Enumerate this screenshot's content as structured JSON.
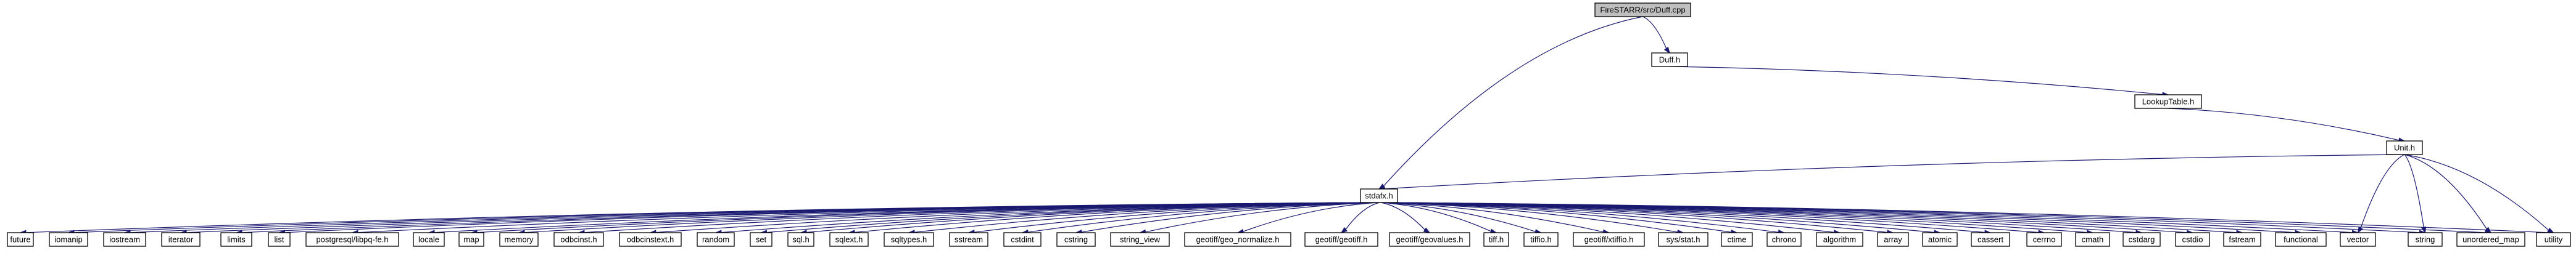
{
  "graph": {
    "root": {
      "id": "root",
      "label": "FireSTARR/src/Duff.cpp"
    },
    "colors": {
      "edge": "#191970",
      "root_fill": "#bfbfbf",
      "node_fill": "#ffffff",
      "border": "#000000"
    },
    "nodes": [
      {
        "id": "duff_h",
        "label": "Duff.h"
      },
      {
        "id": "lookup",
        "label": "LookupTable.h"
      },
      {
        "id": "unit",
        "label": "Unit.h"
      },
      {
        "id": "stdafx",
        "label": "stdafx.h"
      },
      {
        "id": "future",
        "label": "future"
      },
      {
        "id": "iomanip",
        "label": "iomanip"
      },
      {
        "id": "iostream",
        "label": "iostream"
      },
      {
        "id": "iterator",
        "label": "iterator"
      },
      {
        "id": "limits",
        "label": "limits"
      },
      {
        "id": "list",
        "label": "list"
      },
      {
        "id": "libpq",
        "label": "postgresql/libpq-fe.h"
      },
      {
        "id": "locale",
        "label": "locale"
      },
      {
        "id": "map",
        "label": "map"
      },
      {
        "id": "memory",
        "label": "memory"
      },
      {
        "id": "odbcinst",
        "label": "odbcinst.h"
      },
      {
        "id": "odbcinstext",
        "label": "odbcinstext.h"
      },
      {
        "id": "random",
        "label": "random"
      },
      {
        "id": "set",
        "label": "set"
      },
      {
        "id": "sql",
        "label": "sql.h"
      },
      {
        "id": "sqlext",
        "label": "sqlext.h"
      },
      {
        "id": "sqltypes",
        "label": "sqltypes.h"
      },
      {
        "id": "sstream",
        "label": "sstream"
      },
      {
        "id": "cstdint",
        "label": "cstdint"
      },
      {
        "id": "cstring",
        "label": "cstring"
      },
      {
        "id": "string_view",
        "label": "string_view"
      },
      {
        "id": "geo_normalize",
        "label": "geotiff/geo_normalize.h"
      },
      {
        "id": "geotiff",
        "label": "geotiff/geotiff.h"
      },
      {
        "id": "geovalues",
        "label": "geotiff/geovalues.h"
      },
      {
        "id": "tiff",
        "label": "tiff.h"
      },
      {
        "id": "tiffio",
        "label": "tiffio.h"
      },
      {
        "id": "xtiffio",
        "label": "geotiff/xtiffio.h"
      },
      {
        "id": "sysstat",
        "label": "sys/stat.h"
      },
      {
        "id": "ctime",
        "label": "ctime"
      },
      {
        "id": "chrono",
        "label": "chrono"
      },
      {
        "id": "algorithm",
        "label": "algorithm"
      },
      {
        "id": "array",
        "label": "array"
      },
      {
        "id": "atomic",
        "label": "atomic"
      },
      {
        "id": "cassert",
        "label": "cassert"
      },
      {
        "id": "cerrno",
        "label": "cerrno"
      },
      {
        "id": "cmath",
        "label": "cmath"
      },
      {
        "id": "cstdarg",
        "label": "cstdarg"
      },
      {
        "id": "cstdio",
        "label": "cstdio"
      },
      {
        "id": "fstream",
        "label": "fstream"
      },
      {
        "id": "functional",
        "label": "functional"
      },
      {
        "id": "vector",
        "label": "vector"
      },
      {
        "id": "string",
        "label": "string"
      },
      {
        "id": "unordered_map",
        "label": "unordered_map"
      },
      {
        "id": "utility",
        "label": "utility"
      }
    ],
    "edges": [
      {
        "from": "root",
        "to": "duff_h"
      },
      {
        "from": "root",
        "to": "stdafx"
      },
      {
        "from": "duff_h",
        "to": "lookup"
      },
      {
        "from": "lookup",
        "to": "unit"
      },
      {
        "from": "unit",
        "to": "stdafx"
      },
      {
        "from": "unit",
        "to": "vector"
      },
      {
        "from": "unit",
        "to": "string"
      },
      {
        "from": "unit",
        "to": "unordered_map"
      },
      {
        "from": "unit",
        "to": "utility"
      },
      {
        "from": "stdafx",
        "to": "future"
      },
      {
        "from": "stdafx",
        "to": "iomanip"
      },
      {
        "from": "stdafx",
        "to": "iostream"
      },
      {
        "from": "stdafx",
        "to": "iterator"
      },
      {
        "from": "stdafx",
        "to": "limits"
      },
      {
        "from": "stdafx",
        "to": "list"
      },
      {
        "from": "stdafx",
        "to": "libpq"
      },
      {
        "from": "stdafx",
        "to": "locale"
      },
      {
        "from": "stdafx",
        "to": "map"
      },
      {
        "from": "stdafx",
        "to": "memory"
      },
      {
        "from": "stdafx",
        "to": "odbcinst"
      },
      {
        "from": "stdafx",
        "to": "odbcinstext"
      },
      {
        "from": "stdafx",
        "to": "random"
      },
      {
        "from": "stdafx",
        "to": "set"
      },
      {
        "from": "stdafx",
        "to": "sql"
      },
      {
        "from": "stdafx",
        "to": "sqlext"
      },
      {
        "from": "stdafx",
        "to": "sqltypes"
      },
      {
        "from": "stdafx",
        "to": "sstream"
      },
      {
        "from": "stdafx",
        "to": "cstdint"
      },
      {
        "from": "stdafx",
        "to": "cstring"
      },
      {
        "from": "stdafx",
        "to": "string_view"
      },
      {
        "from": "stdafx",
        "to": "geo_normalize"
      },
      {
        "from": "stdafx",
        "to": "geotiff"
      },
      {
        "from": "stdafx",
        "to": "geovalues"
      },
      {
        "from": "stdafx",
        "to": "tiff"
      },
      {
        "from": "stdafx",
        "to": "tiffio"
      },
      {
        "from": "stdafx",
        "to": "xtiffio"
      },
      {
        "from": "stdafx",
        "to": "sysstat"
      },
      {
        "from": "stdafx",
        "to": "ctime"
      },
      {
        "from": "stdafx",
        "to": "chrono"
      },
      {
        "from": "stdafx",
        "to": "algorithm"
      },
      {
        "from": "stdafx",
        "to": "array"
      },
      {
        "from": "stdafx",
        "to": "atomic"
      },
      {
        "from": "stdafx",
        "to": "cassert"
      },
      {
        "from": "stdafx",
        "to": "cerrno"
      },
      {
        "from": "stdafx",
        "to": "cmath"
      },
      {
        "from": "stdafx",
        "to": "cstdarg"
      },
      {
        "from": "stdafx",
        "to": "cstdio"
      },
      {
        "from": "stdafx",
        "to": "fstream"
      },
      {
        "from": "stdafx",
        "to": "functional"
      },
      {
        "from": "stdafx",
        "to": "vector"
      },
      {
        "from": "stdafx",
        "to": "string"
      },
      {
        "from": "stdafx",
        "to": "unordered_map"
      },
      {
        "from": "stdafx",
        "to": "utility"
      }
    ]
  }
}
